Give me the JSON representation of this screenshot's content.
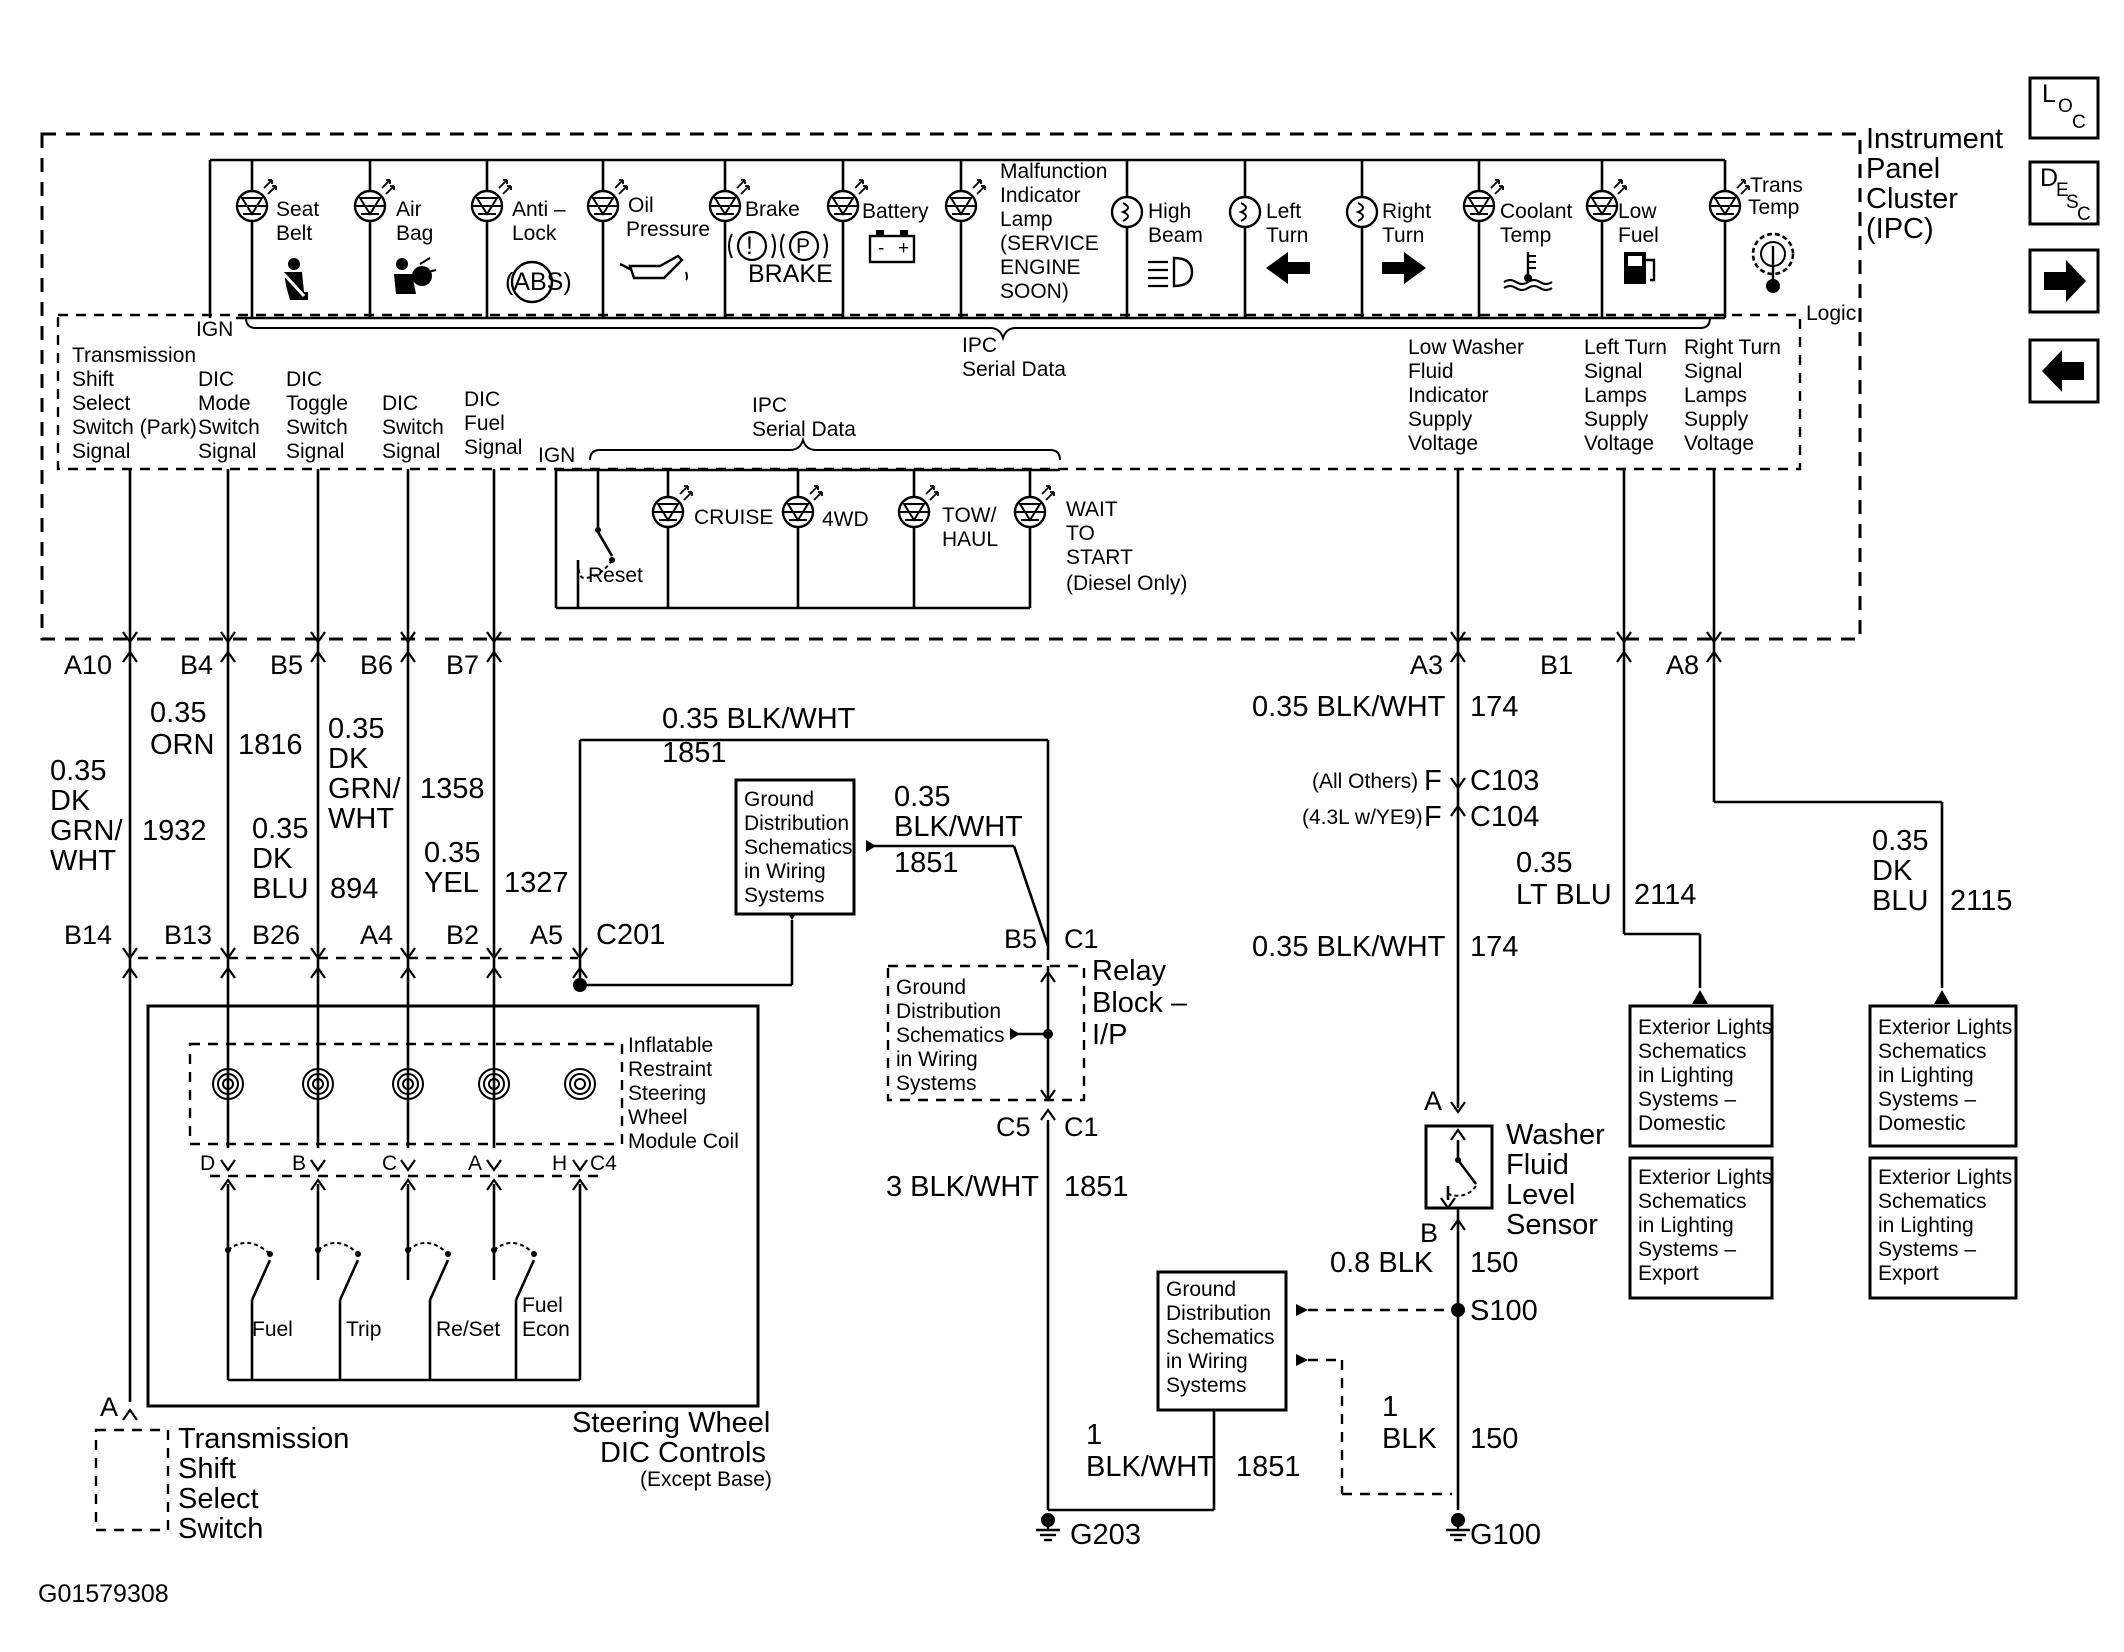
{
  "nav": {
    "loc": "LOC",
    "desc": "DESC",
    "next": "right-arrow-icon",
    "prev": "left-arrow-icon"
  },
  "ipc": {
    "title": [
      "Instrument",
      "Panel",
      "Cluster",
      "(IPC)"
    ],
    "logic": "Logic",
    "ign": "IGN",
    "serial": [
      "IPC",
      "Serial Data"
    ],
    "indicators": {
      "seatbelt": [
        "Seat",
        "Belt"
      ],
      "airbag": [
        "Air",
        "Bag"
      ],
      "abs": [
        "Anti –",
        "Lock"
      ],
      "abs_sym": "(ABS)",
      "oil": [
        "Oil",
        "Pressure"
      ],
      "brake": "Brake",
      "brake_sym": "BRAKE",
      "battery": "Battery",
      "mil": [
        "Malfunction",
        "Indicator",
        "Lamp",
        "(SERVICE",
        "ENGINE",
        "SOON)"
      ],
      "highbeam": [
        "High",
        "Beam"
      ],
      "leftturn": [
        "Left",
        "Turn"
      ],
      "rightturn": [
        "Right",
        "Turn"
      ],
      "coolant": [
        "Coolant",
        "Temp"
      ],
      "lowfuel": [
        "Low",
        "Fuel"
      ],
      "trans": [
        "Trans",
        "Temp"
      ]
    },
    "lower_ign": "IGN",
    "lower_serial": [
      "IPC",
      "Serial Data"
    ],
    "cruise": "CRUISE",
    "fourwd": "4WD",
    "towhaul": [
      "TOW/",
      "HAUL"
    ],
    "wait": [
      "WAIT",
      "TO",
      "START",
      "(Diesel Only)"
    ],
    "reset": "Reset",
    "signals": {
      "trans": [
        "Transmission",
        "Shift",
        "Select",
        "Switch (Park)",
        "Signal"
      ],
      "mode": [
        "DIC",
        "Mode",
        "Switch",
        "Signal"
      ],
      "toggle": [
        "DIC",
        "Toggle",
        "Switch",
        "Signal"
      ],
      "switch": [
        "DIC",
        "Switch",
        "Signal"
      ],
      "fuel": [
        "DIC",
        "Fuel",
        "Signal"
      ],
      "washer": [
        "Low Washer",
        "Fluid",
        "Indicator",
        "Supply",
        "Voltage"
      ],
      "lturn": [
        "Left Turn",
        "Signal",
        "Lamps",
        "Supply",
        "Voltage"
      ],
      "rturn": [
        "Right Turn",
        "Signal",
        "Lamps",
        "Supply",
        "Voltage"
      ]
    }
  },
  "pins": {
    "top": [
      "A10",
      "B4",
      "B5",
      "B6",
      "B7",
      "A3",
      "B1",
      "A8"
    ],
    "c201": [
      "B14",
      "B13",
      "B26",
      "A4",
      "B2",
      "A5"
    ],
    "c201_label": "C201",
    "coil": [
      "D",
      "B",
      "C",
      "A",
      "H"
    ],
    "coil_conn": "C4"
  },
  "wires": {
    "w1932": [
      "0.35",
      "DK",
      "GRN/",
      "WHT",
      "1932"
    ],
    "w1816": [
      "0.35",
      "ORN",
      "1816"
    ],
    "w894": [
      "0.35",
      "DK",
      "BLU",
      "894"
    ],
    "w1358": [
      "0.35",
      "DK",
      "GRN/",
      "WHT",
      "1358"
    ],
    "w1327": [
      "0.35",
      "YEL",
      "1327"
    ],
    "w1851a": [
      "0.35 BLK/WHT",
      "1851"
    ],
    "w1851b": [
      "0.35",
      "BLK/WHT",
      "1851"
    ],
    "w1851c": [
      "3 BLK/WHT",
      "1851"
    ],
    "w1851d": [
      "1",
      "BLK/WHT",
      "1851"
    ],
    "w174a": [
      "0.35 BLK/WHT",
      "174"
    ],
    "w174b": [
      "0.35 BLK/WHT",
      "174"
    ],
    "w2114": [
      "0.35",
      "LT BLU",
      "2114"
    ],
    "w2115": [
      "0.35",
      "DK",
      "BLU",
      "2115"
    ],
    "w150a": [
      "0.8 BLK",
      "150"
    ],
    "w150b": [
      "1",
      "BLK",
      "150"
    ]
  },
  "inline": {
    "c103": [
      "(All Others)",
      "F",
      "C103"
    ],
    "c104": [
      "(4.3L w/YE9)",
      "F",
      "C104"
    ]
  },
  "relay": {
    "title": [
      "Relay",
      "Block –",
      "I/P"
    ],
    "pins": [
      "B5",
      "C1",
      "C5",
      "C1"
    ]
  },
  "ground_dist": [
    "Ground",
    "Distribution",
    "Schematics",
    "in Wiring",
    "Systems"
  ],
  "ext_lights_dom": [
    "Exterior Lights",
    "Schematics",
    "in Lighting",
    "Systems –",
    "Domestic"
  ],
  "ext_lights_exp": [
    "Exterior Lights",
    "Schematics",
    "in Lighting",
    "Systems –",
    "Export"
  ],
  "washer": {
    "title": [
      "Washer",
      "Fluid",
      "Level",
      "Sensor"
    ],
    "pin_a": "A",
    "pin_b": "B"
  },
  "splice": "S100",
  "grounds": [
    "G203",
    "G100"
  ],
  "steering": {
    "title": [
      "Steering Wheel",
      "DIC Controls"
    ],
    "sub": "(Except Base)",
    "coil": [
      "Inflatable",
      "Restraint",
      "Steering",
      "Wheel",
      "Module Coil"
    ],
    "switches": [
      "Fuel",
      "Trip",
      "Re/Set",
      "Fuel",
      "Econ"
    ]
  },
  "trans_switch": {
    "pin": "A",
    "title": [
      "Transmission",
      "Shift",
      "Select",
      "Switch"
    ]
  },
  "figure_id": "G01579308"
}
